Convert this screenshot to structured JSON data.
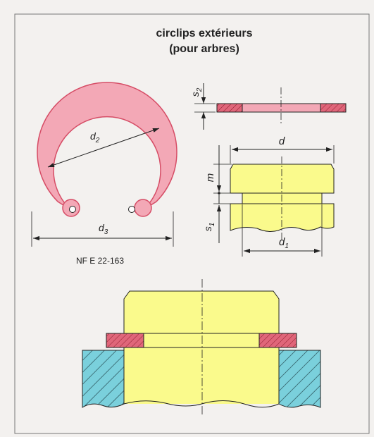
{
  "title": {
    "line1": "circlips extérieurs",
    "line2": "(pour arbres)"
  },
  "standard": "NF E 22-163",
  "labels": {
    "d2": "d",
    "d2_sub": "2",
    "d3": "d",
    "d3_sub": "3",
    "d": "d",
    "d1": "d",
    "d1_sub": "1",
    "m": "m",
    "s1": "s",
    "s1_sub": "1",
    "s2": "s",
    "s2_sub": "2"
  },
  "colors": {
    "page_bg": "#f3f1ef",
    "ring_fill": "#f3a8b6",
    "ring_stroke": "#d64d66",
    "section_red": "#e0667a",
    "shaft_yellow": "#fafa8c",
    "housing_cyan": "#7ad0dc",
    "line": "#222222"
  }
}
